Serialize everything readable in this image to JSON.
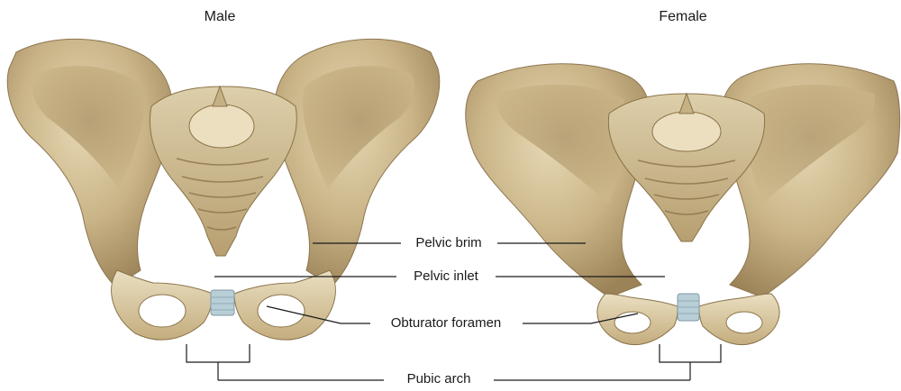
{
  "panels": {
    "male": {
      "title": "Male"
    },
    "female": {
      "title": "Female"
    }
  },
  "labels": {
    "pelvic_brim": "Pelvic brim",
    "pelvic_inlet": "Pelvic inlet",
    "obturator_foramen": "Obturator foramen",
    "pubic_arch": "Pubic arch"
  },
  "colors": {
    "bone_light": "#e9dcbc",
    "bone_mid": "#cdb98c",
    "bone_dark": "#9e8559",
    "bone_shadow": "#7d6845",
    "cartilage": "#b9cfd8",
    "leader_line": "#1a1a1a"
  }
}
